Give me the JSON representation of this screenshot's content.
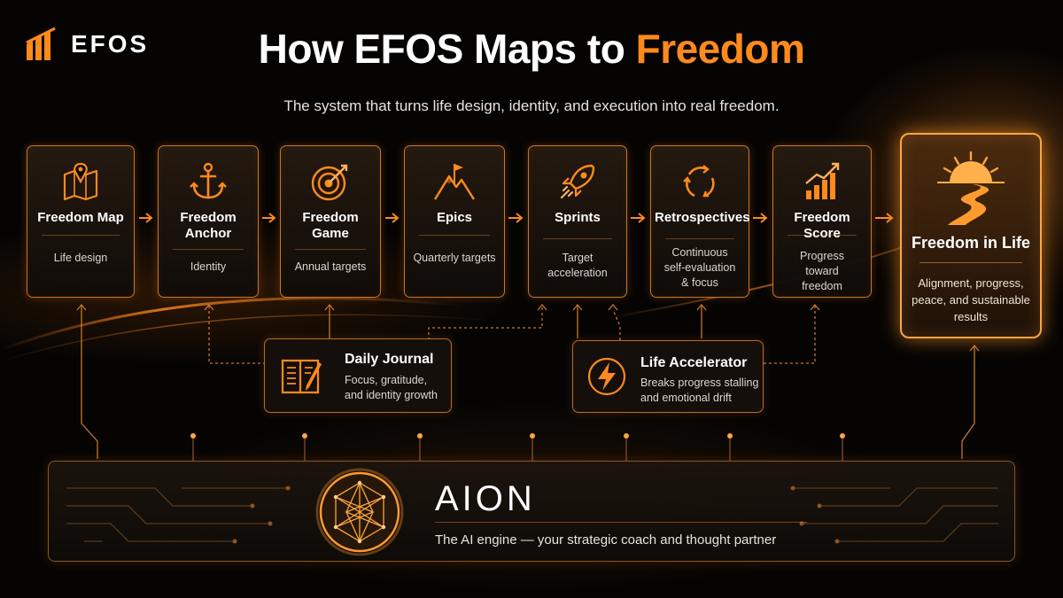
{
  "header": {
    "logo_text": "EFOS",
    "title_prefix": "How EFOS Maps to ",
    "title_accent": "Freedom",
    "subtitle": "The system that turns life design, identity, and execution into real freedom."
  },
  "steps": [
    {
      "name": "Freedom Map",
      "desc": "Life design",
      "icon": "map-pin-icon"
    },
    {
      "name": "Freedom Anchor",
      "desc": "Identity",
      "icon": "anchor-icon"
    },
    {
      "name": "Freedom Game",
      "desc": "Annual targets",
      "icon": "target-icon"
    },
    {
      "name": "Epics",
      "desc": "Quarterly targets",
      "icon": "mountain-flag-icon"
    },
    {
      "name": "Sprints",
      "desc": "Target acceleration",
      "icon": "rocket-icon"
    },
    {
      "name": "Retrospectives",
      "desc": "Continuous self-evaluation & focus",
      "icon": "cycle-arrows-icon"
    },
    {
      "name": "Freedom Score",
      "desc": "Progress toward freedom",
      "icon": "bar-chart-icon"
    }
  ],
  "final": {
    "name": "Freedom in Life",
    "desc": "Alignment, progress, peace, and sustainable results",
    "icon": "sunrise-road-icon"
  },
  "helpers": {
    "journal": {
      "name": "Daily Journal",
      "desc": "Focus, gratitude, and identity growth",
      "icon": "journal-icon"
    },
    "accelerator": {
      "name": "Life Accelerator",
      "desc": "Breaks progress stalling and emotional drift",
      "icon": "lightning-icon"
    }
  },
  "aion": {
    "name": "AION",
    "desc": "The AI engine — your strategic coach and thought partner",
    "icon": "polyhedron-icon"
  },
  "colors": {
    "accent": "#ff8a1c",
    "border": "#c9742a",
    "background": "#050403"
  }
}
